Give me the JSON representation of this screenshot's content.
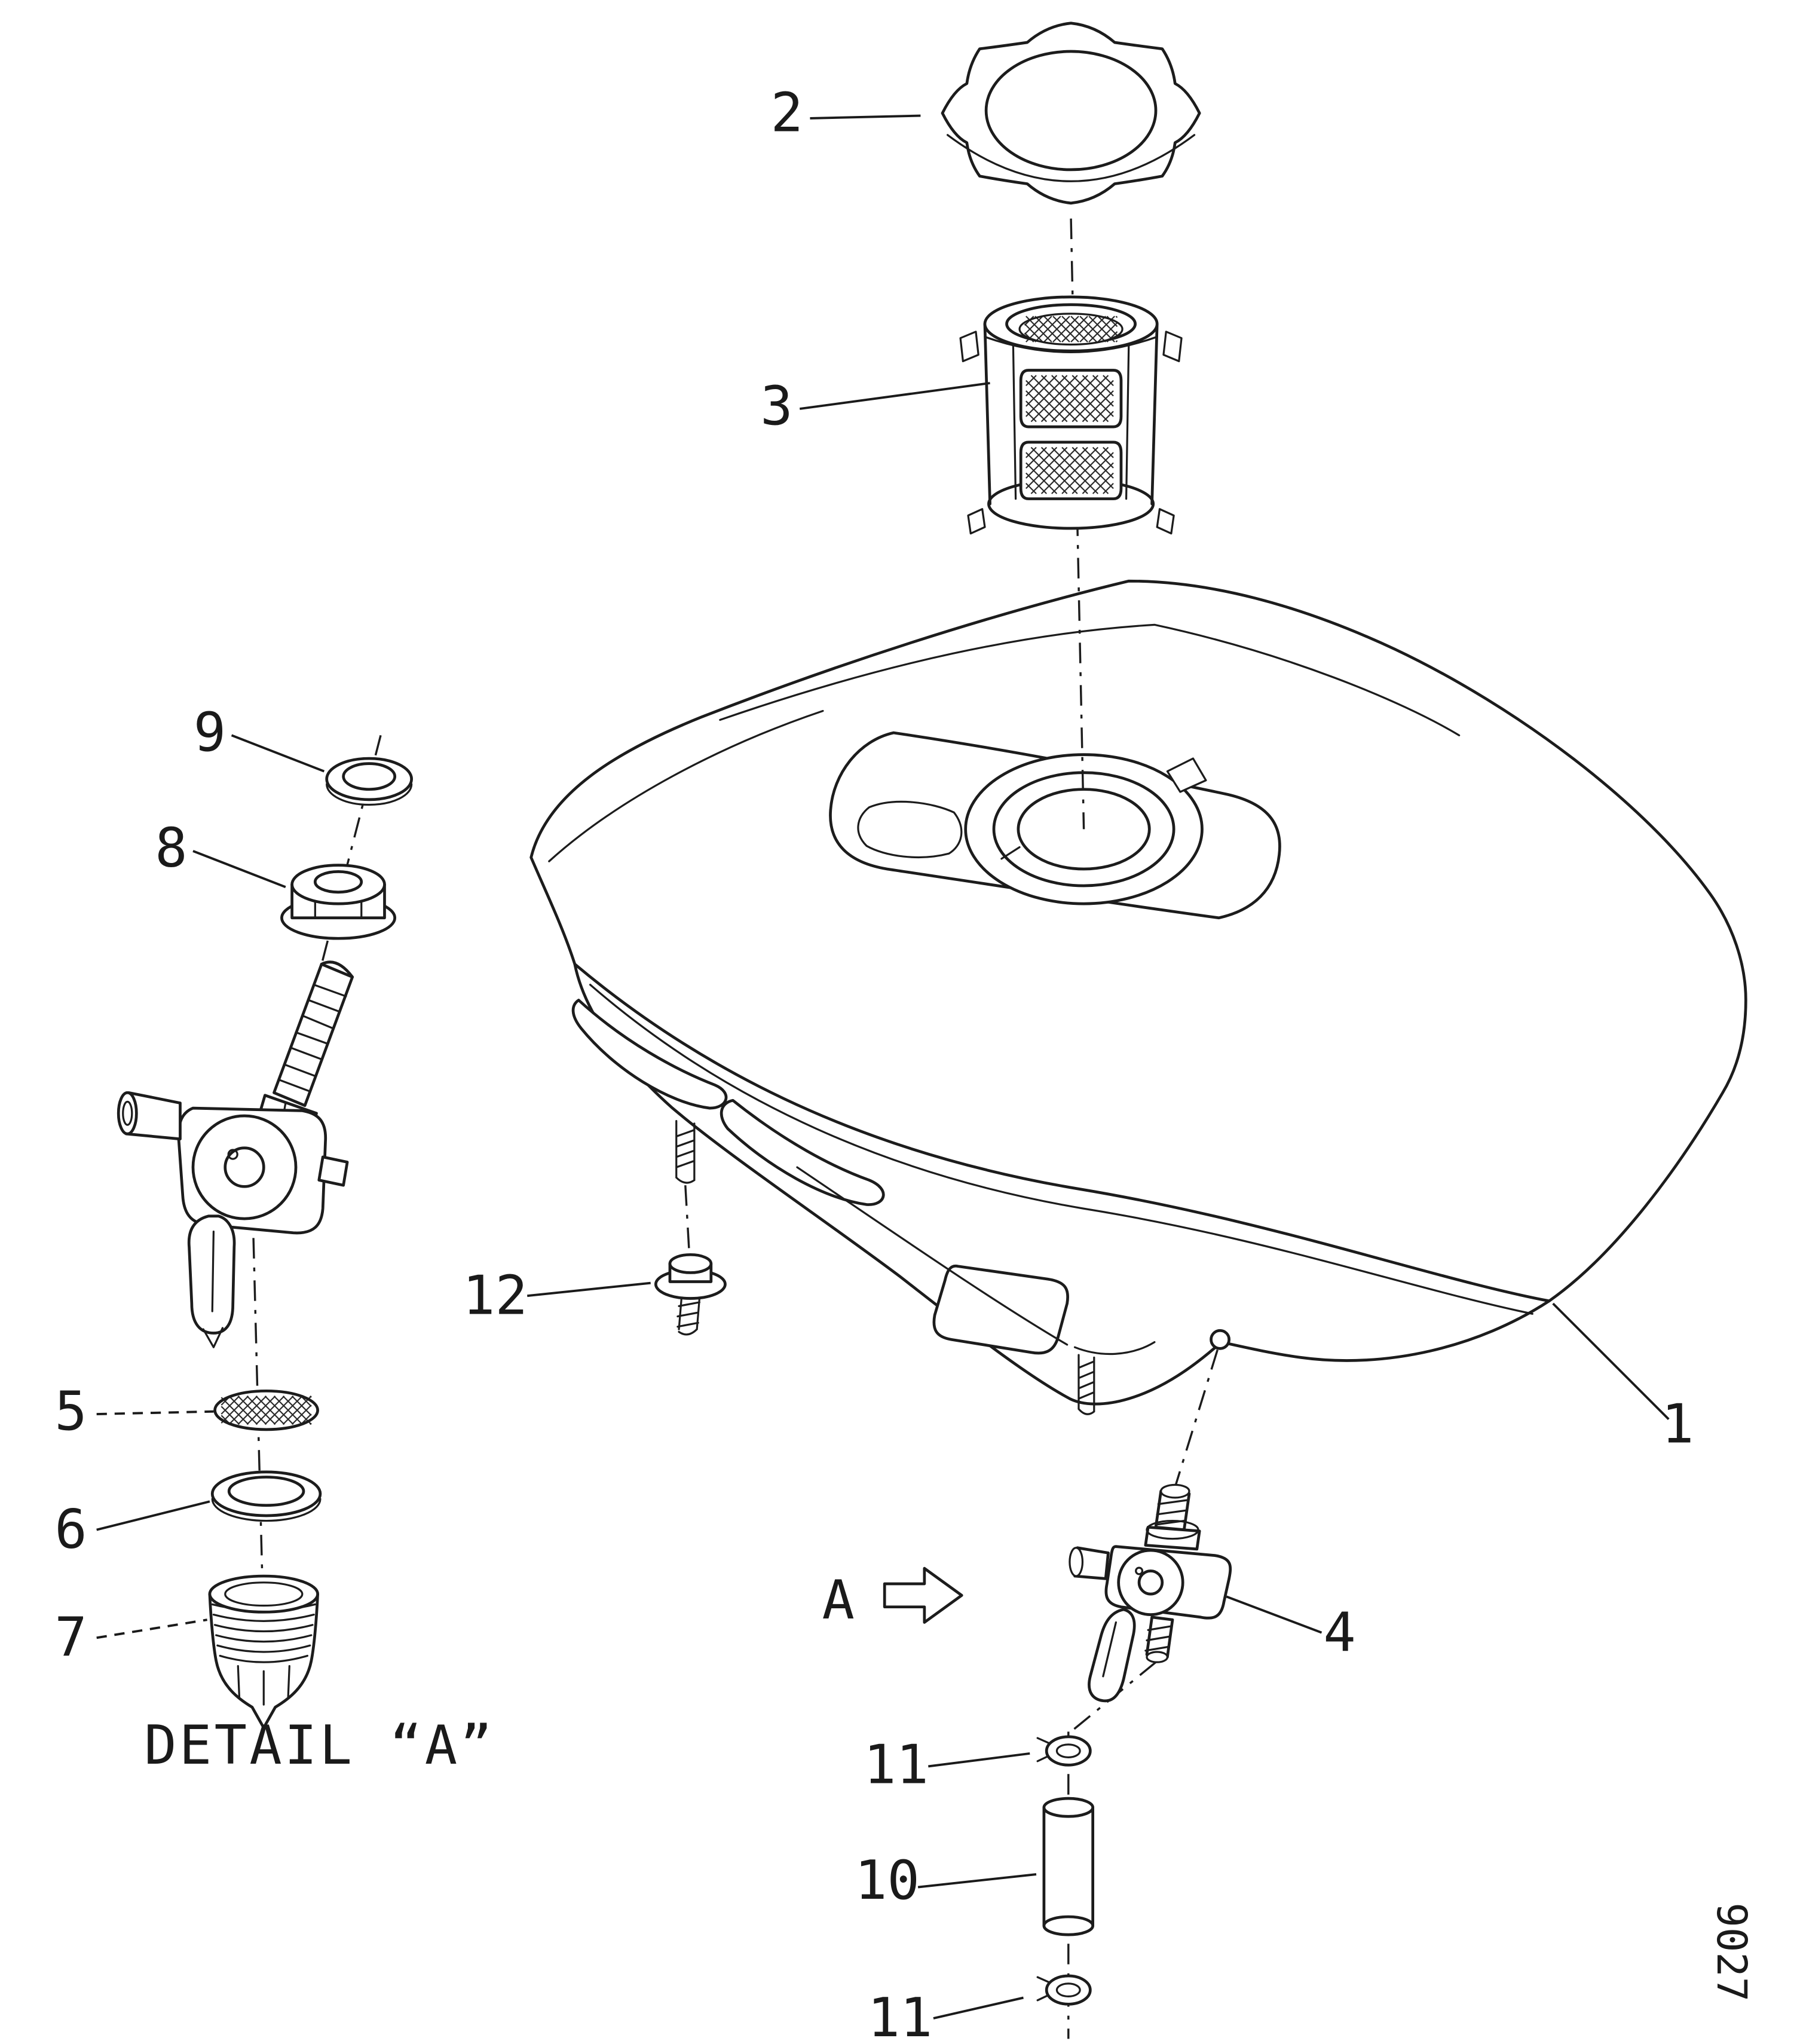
{
  "colors": {
    "paper": "#ffffff",
    "ink": "#1c1c1c"
  },
  "texts": {
    "detail_title": "DETAIL “A”",
    "view_marker": "A",
    "sheet_number": "9027"
  },
  "callouts": {
    "c1": "1",
    "c2": "2",
    "c3": "3",
    "c4": "4",
    "c5": "5",
    "c6": "6",
    "c7": "7",
    "c8": "8",
    "c9": "9",
    "c10": "10",
    "c11a": "11",
    "c11b": "11",
    "c12": "12"
  }
}
